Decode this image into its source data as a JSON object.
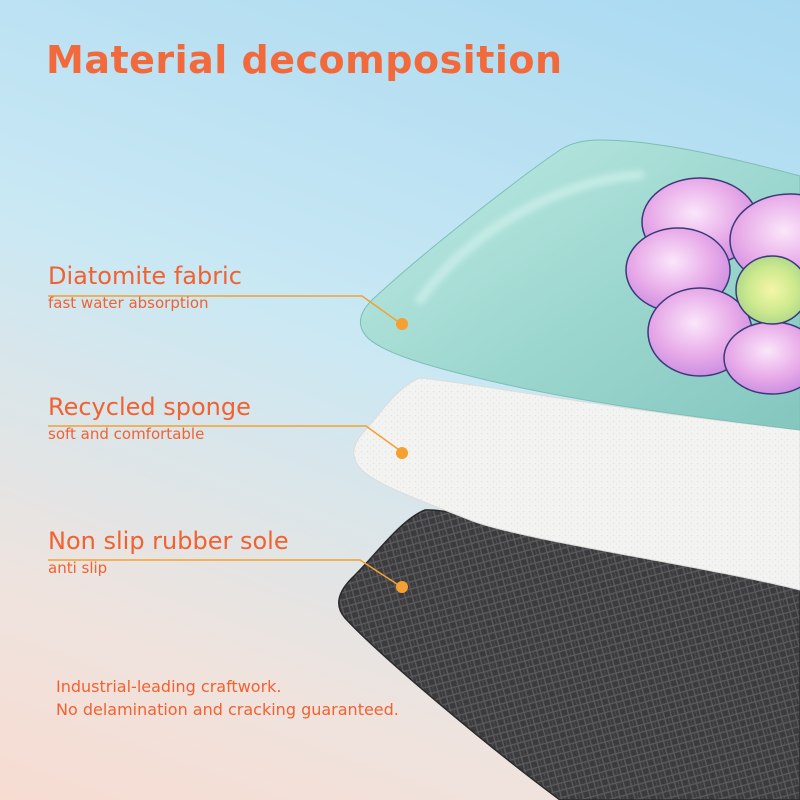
{
  "title": "Material decomposition",
  "layers": [
    {
      "name": "Diatomite fabric",
      "desc": "fast water absorption"
    },
    {
      "name": "Recycled sponge",
      "desc": "soft and comfortable"
    },
    {
      "name": "Non slip rubber sole",
      "desc": "anti slip"
    }
  ],
  "footer": {
    "line1": "Industrial-leading craftwork.",
    "line2": "No delamination and cracking guaranteed."
  },
  "colors": {
    "accent": "#f26a3c",
    "dot": "#f5a030",
    "fabric": "#9fd9d1",
    "flower": "#e7a9e8",
    "sponge": "#f2f2f0",
    "rubber": "#3a3a3c"
  }
}
